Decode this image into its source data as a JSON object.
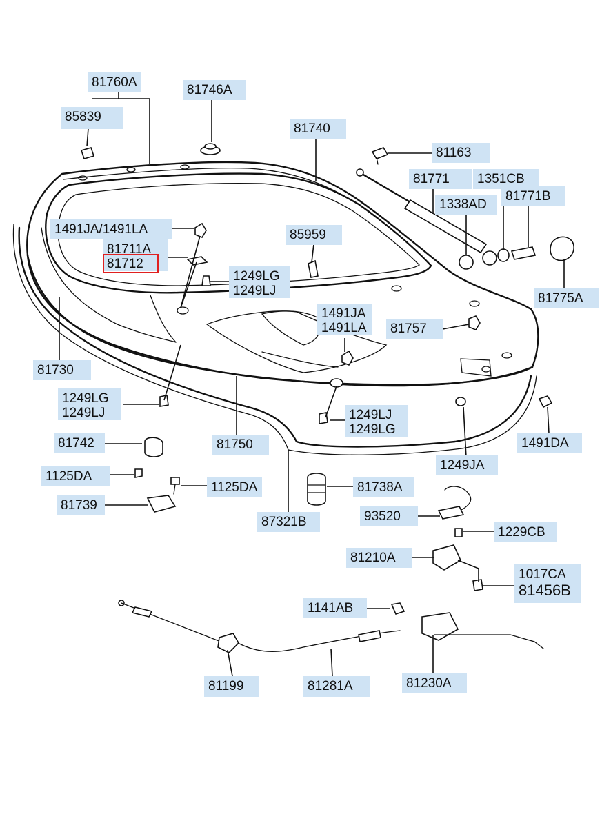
{
  "labels": {
    "l81760A": "81760A",
    "l85839": "85839",
    "l81746A": "81746A",
    "l81740": "81740",
    "l81163": "81163",
    "l81771": "81771",
    "l1351CB": "1351CB",
    "l1338AD": "1338AD",
    "l81771B": "81771B",
    "l1491JA_LA_top": "1491JA/1491LA",
    "l81711A": "81711A",
    "l81712": "81712",
    "l85959": "85959",
    "l1249LG_top": "1249LG",
    "l1249LJ_top": "1249LJ",
    "l81775A": "81775A",
    "l1491JA_mid": "1491JA",
    "l1491LA_mid": "1491LA",
    "l81757": "81757",
    "l81730": "81730",
    "l1249LG_left": "1249LG",
    "l1249LJ_left": "1249LJ",
    "l1249LJ_mid": "1249LJ",
    "l1249LG_mid": "1249LG",
    "l81742": "81742",
    "l81750": "81750",
    "l1491DA": "1491DA",
    "l1125DA_left": "1125DA",
    "l1125DA_right": "1125DA",
    "l1249JA": "1249JA",
    "l81738A": "81738A",
    "l81739": "81739",
    "l87321B": "87321B",
    "l93520": "93520",
    "l1229CB": "1229CB",
    "l81210A": "81210A",
    "l1017CA": "1017CA",
    "l81456B": "81456B",
    "l1141AB": "1141AB",
    "l81199": "81199",
    "l81281A": "81281A",
    "l81230A": "81230A"
  },
  "highlight": {
    "color": "#e02020",
    "part": "81712"
  },
  "colors": {
    "label_bg": "#cfe3f4",
    "line": "#111111"
  }
}
